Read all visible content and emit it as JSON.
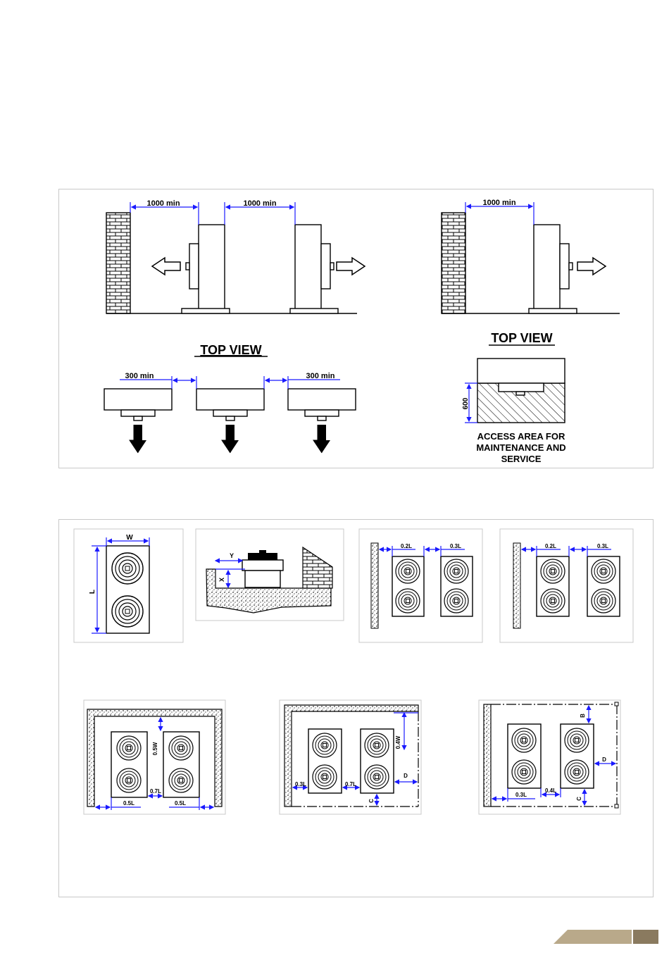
{
  "colors": {
    "dimension": "#1a1aff",
    "line": "#000000",
    "panel_border": "#c8c8c8",
    "footer_bar": "#b9a98a"
  },
  "side_view": {
    "clearance_wall": "1000 min",
    "clearance_between": "1000 min",
    "clearance_single": "1000 min"
  },
  "top_view_left": {
    "title": "TOP VIEW",
    "spacing_left": "300 min",
    "spacing_right": "300 min"
  },
  "top_view_right": {
    "title": "TOP VIEW",
    "depth": "600",
    "caption_line1": "ACCESS AREA FOR",
    "caption_line2": "MAINTENANCE AND",
    "caption_line3": "SERVICE"
  },
  "unit_dims": {
    "width": "W",
    "length": "L"
  },
  "elevation": {
    "y": "Y",
    "x": "X"
  },
  "wall_one": {
    "a": "0.2L",
    "b": "0.3L"
  },
  "wall_two": {
    "a": "0.2L",
    "b": "0.3L"
  },
  "enclosed_solid": {
    "top": "0.5W",
    "gap": "0.7L",
    "left": "0.5L",
    "right": "0.5L"
  },
  "enclosed_mixed": {
    "top": "0.4W",
    "left": "0.3L",
    "gap": "0.7L",
    "side": "D",
    "bottom": "C"
  },
  "enclosed_fence": {
    "top": "B",
    "side": "D",
    "left": "0.3L",
    "gap": "0.4L",
    "bottom": "C"
  }
}
